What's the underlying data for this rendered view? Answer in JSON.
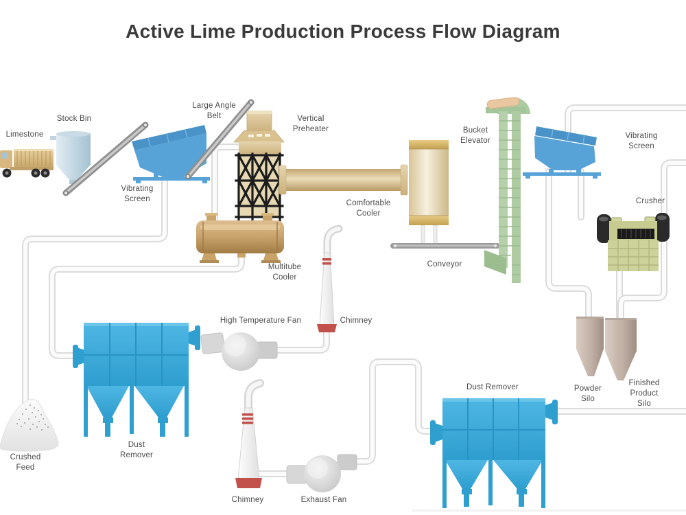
{
  "title": "Active Lime Production Process Flow Diagram",
  "labels": [
    {
      "id": "limestone",
      "text": "Limestone"
    },
    {
      "id": "stock-bin",
      "text": "Stock Bin"
    },
    {
      "id": "large-angle-belt",
      "text": "Large Angle\nBelt"
    },
    {
      "id": "vibrating-screen-left",
      "text": "Vibrating\nScreen"
    },
    {
      "id": "vertical-preheater",
      "text": "Vertical\nPreheater"
    },
    {
      "id": "comfortable-cooler",
      "text": "Comfortable\nCooler"
    },
    {
      "id": "bucket-elevator",
      "text": "Bucket\nElevator"
    },
    {
      "id": "vibrating-screen-right",
      "text": "Vibrating\nScreen"
    },
    {
      "id": "crusher",
      "text": "Crusher"
    },
    {
      "id": "conveyor",
      "text": "Conveyor"
    },
    {
      "id": "multitube-cooler",
      "text": "Multitube\nCooler"
    },
    {
      "id": "high-temperature-fan",
      "text": "High Temperature Fan"
    },
    {
      "id": "chimney-top",
      "text": "Chimney"
    },
    {
      "id": "dust-remover-left",
      "text": "Dust\nRemover"
    },
    {
      "id": "crushed-feed",
      "text": "Crushed\nFeed"
    },
    {
      "id": "chimney-bottom",
      "text": "Chimney"
    },
    {
      "id": "exhaust-fan",
      "text": "Exhaust Fan"
    },
    {
      "id": "dust-remover-right",
      "text": "Dust Remover"
    },
    {
      "id": "powder-silo",
      "text": "Powder\nSilo"
    },
    {
      "id": "finished-product-silo",
      "text": "Finished\nProduct Silo"
    }
  ],
  "colors": {
    "equipment_blue": "#3aa6d8",
    "equipment_tan": "#d8c094",
    "equipment_brown": "#c39a60",
    "equipment_green": "#aecba2",
    "equipment_olive": "#cdd29b",
    "silo_taupe": "#c0b0a5",
    "pipe_outline": "#dbdbdb",
    "accent_red": "#c2504b",
    "label_text": "#4a4a4a"
  }
}
